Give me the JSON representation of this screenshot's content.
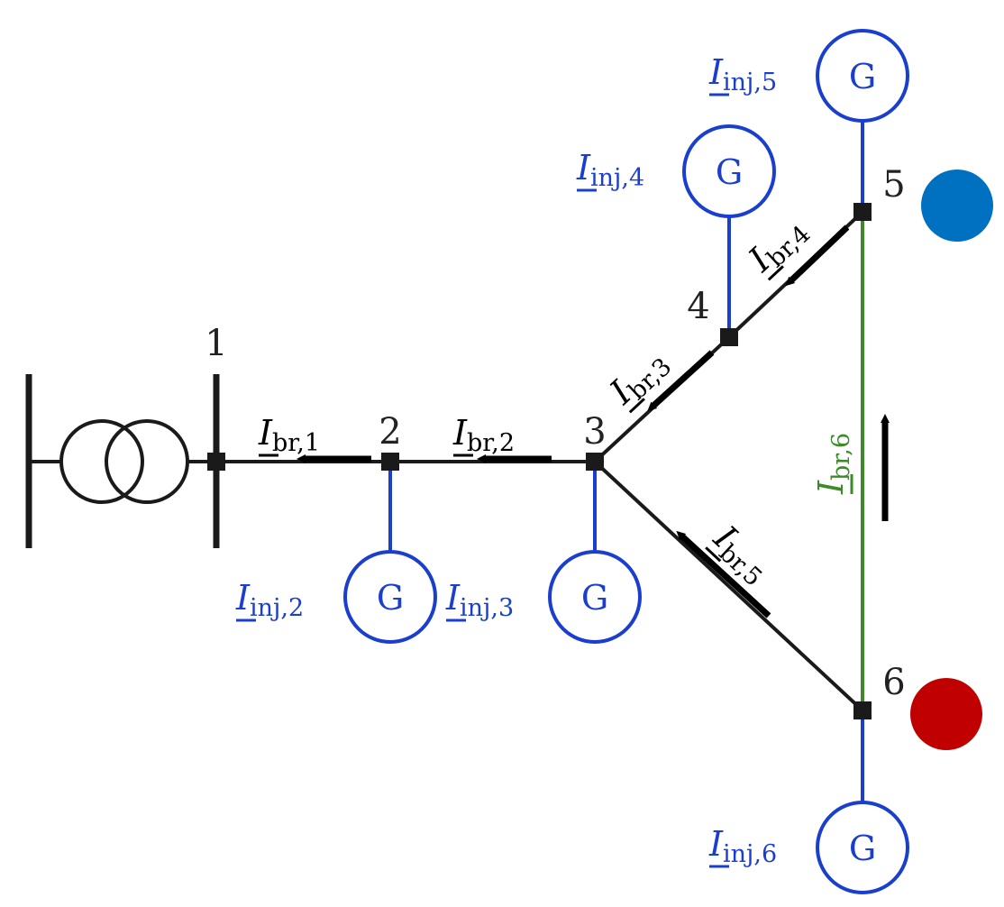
{
  "colors": {
    "line": "#1a1a1a",
    "generator": "#1a3fcf",
    "branch6": "#3d8a2a",
    "marker_blue": "#0070c0",
    "marker_red": "#c00000"
  },
  "nodes": {
    "n1": "1",
    "n2": "2",
    "n3": "3",
    "n4": "4",
    "n5": "5",
    "n6": "6"
  },
  "generator_symbol": "G",
  "currents": {
    "main": "I",
    "br1_sub": "br,1",
    "br2_sub": "br,2",
    "br3_sub": "br,3",
    "br4_sub": "br,4",
    "br5_sub": "br,5",
    "br6_sub": "br,6",
    "inj2_sub": "inj,2",
    "inj3_sub": "inj,3",
    "inj4_sub": "inj,4",
    "inj5_sub": "inj,5",
    "inj6_sub": "inj,6"
  },
  "icons": {
    "transformer": "transformer-icon",
    "generator": "generator-icon",
    "bus": "bus-node-icon"
  }
}
